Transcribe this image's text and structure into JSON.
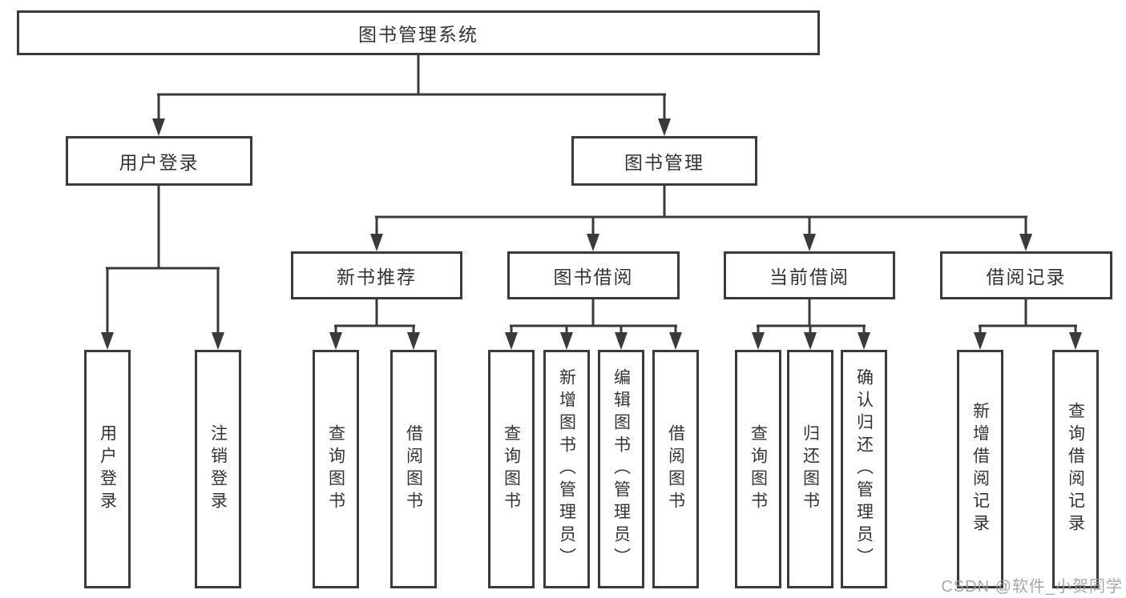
{
  "colors": {
    "line": "#3a3a3a",
    "text": "#333333",
    "box-bg": "#ffffff",
    "watermark": "#9e9e9e",
    "bg": "#ffffff"
  },
  "nodes": {
    "root": "图书管理系统",
    "user_login": "用户登录",
    "book_mgmt": "图书管理",
    "new_book_rec": "新书推荐",
    "book_borrow": "图书借阅",
    "current_borrow": "当前借阅",
    "borrow_record": "借阅记录",
    "leaf_user_login": "用户登录",
    "leaf_logout": "注销登录",
    "rec_query_book": "查询图书",
    "rec_borrow_book": "借阅图书",
    "bb_query_book": "查询图书",
    "bb_add_book": "新增图书（管理员）",
    "bb_edit_book": "编辑图书（管理员）",
    "bb_borrow_book": "借阅图书",
    "cb_query_book": "查询图书",
    "cb_return_book": "归还图书",
    "cb_confirm_return": "确认归还（管理员）",
    "br_add_record": "新增借阅记录",
    "br_query_record": "查询借阅记录"
  },
  "watermark": "CSDN @软件_小贺同学"
}
